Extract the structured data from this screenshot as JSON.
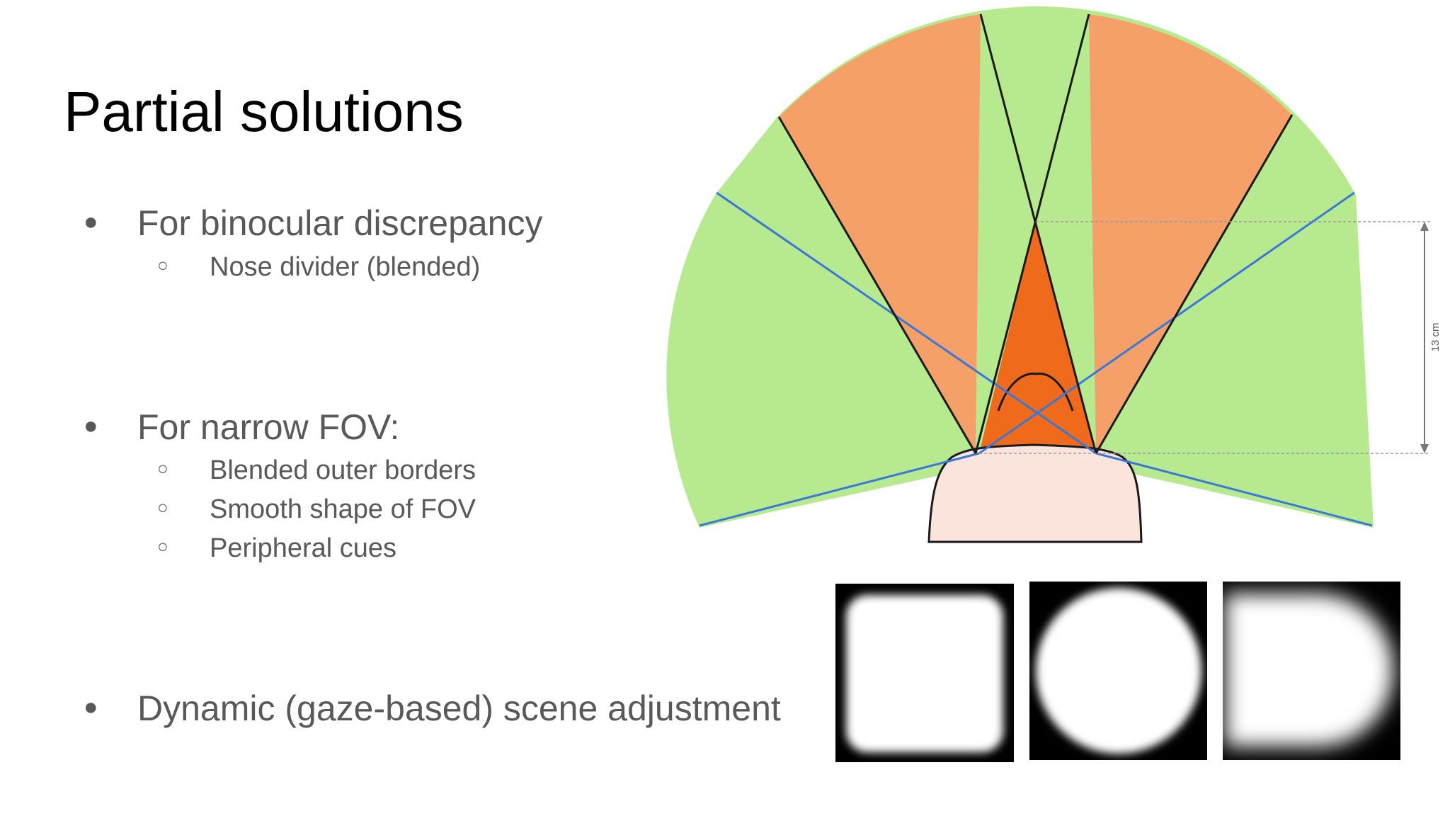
{
  "slide": {
    "title": "Partial solutions",
    "bullets": [
      {
        "text": "For binocular discrepancy",
        "marker": "●",
        "subitems": [
          {
            "marker": "○",
            "text": "Nose divider (blended)"
          }
        ]
      },
      {
        "text": "For narrow FOV:",
        "marker": "●",
        "subitems": [
          {
            "marker": "○",
            "text": "Blended outer borders"
          },
          {
            "marker": "○",
            "text": "Smooth shape of FOV"
          },
          {
            "marker": "○",
            "text": "Peripheral cues"
          }
        ]
      },
      {
        "text": "Dynamic (gaze-based) scene adjustment",
        "marker": "●",
        "subitems": []
      }
    ]
  },
  "diagram": {
    "measure_label": "13 cm",
    "colors": {
      "peripheral": "#b7ea8f",
      "binocular": "#f4a068",
      "overlap": "#f06a1c",
      "head": "#fbe4dc",
      "fov_line_blue": "#3a78d8",
      "fov_line_black": "#1a1a1a"
    }
  },
  "fov_masks": [
    "rounded-square",
    "circle",
    "rounded-side"
  ]
}
